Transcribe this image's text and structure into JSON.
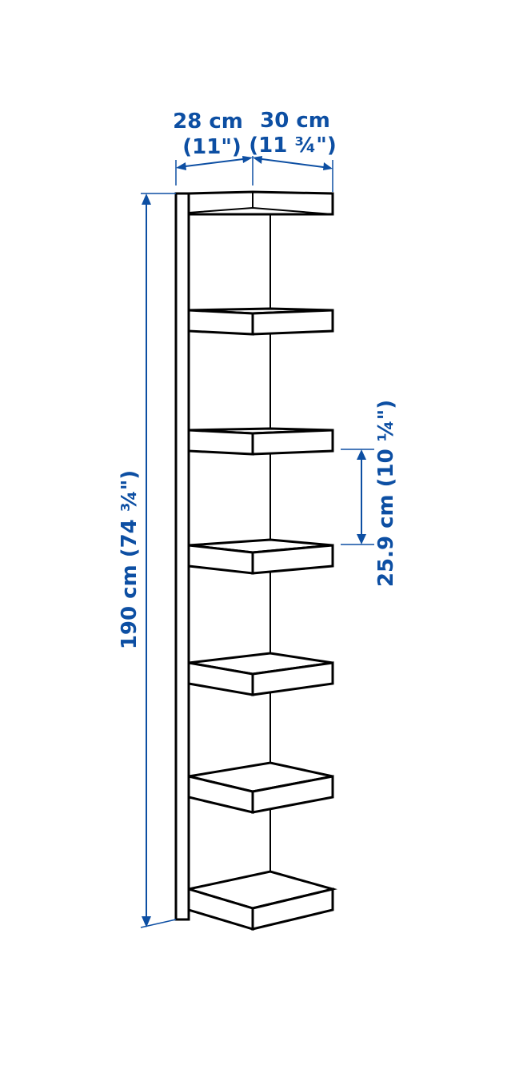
{
  "diagram": {
    "depth_side_label": "28 cm",
    "depth_side_label_imperial": "(11\")",
    "width_label": "30 cm",
    "width_label_imperial": "(11 ¾\")",
    "shelf_spacing_label": "25.9 cm (10 ¼\")",
    "height_label": "190 cm (74 ¾\")",
    "shelf_count": 7,
    "colors": {
      "dimension": "#0d4fa3",
      "outline": "#000000",
      "fill": "#ffffff"
    }
  }
}
